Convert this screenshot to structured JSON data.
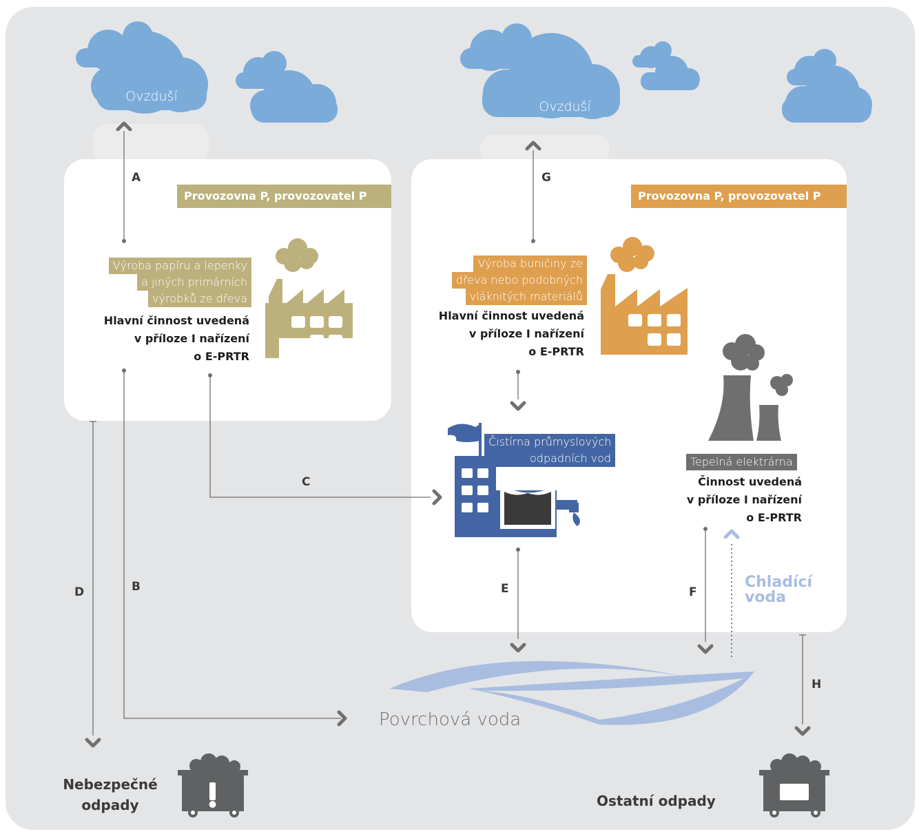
{
  "colors": {
    "background": "#e4e5e7",
    "panel": "#ffffff",
    "cloud": "#7aabd9",
    "tan": "#bcb17d",
    "orange": "#de9f4f",
    "blue_plant": "#4465a3",
    "gray": "#6f6f6f",
    "arrow": "#707070",
    "water": "#a8bde0"
  },
  "clouds": {
    "left_label": "Ovzduší",
    "middle_label": "Ovzduší"
  },
  "facility_left": {
    "tag": "Provozovna P, provozovatel P",
    "activity_lines": [
      "Výroba papíru a lepenky",
      "a jiných primárních",
      "výrobků ze dřeva"
    ],
    "main_lines": [
      "Hlavní činnost uvedená",
      "v příloze I nařízení",
      "o E-PRTR"
    ],
    "icon": "factory-icon"
  },
  "facility_right": {
    "tag": "Provozovna P, provozovatel P",
    "activity_lines": [
      "Výroba buničiny ze",
      "dřeva nebo podobných",
      "vláknitých materiálů"
    ],
    "main_lines": [
      "Hlavní činnost uvedená",
      "v příloze I nařízení",
      "o E-PRTR"
    ],
    "icon": "factory-icon"
  },
  "treatment_plant": {
    "label_lines": [
      "Čistírna průmyslových",
      "odpadních vod"
    ],
    "icon": "water-treatment-icon"
  },
  "power_plant": {
    "label": "Tepelná elektrárna",
    "main_lines": [
      "Činnost uvedená",
      "v příloze I nařízení",
      "o E-PRTR"
    ],
    "icon": "power-plant-icon"
  },
  "cooling_water_lines": [
    "Chladící",
    "voda"
  ],
  "surface_water": "Povrchová voda",
  "waste": {
    "hazardous_lines": [
      "Nebezpečné",
      "odpady"
    ],
    "other": "Ostatní odpady"
  },
  "flows": {
    "A": "A",
    "B": "B",
    "C": "C",
    "D": "D",
    "E": "E",
    "F": "F",
    "G": "G",
    "H": "H"
  }
}
